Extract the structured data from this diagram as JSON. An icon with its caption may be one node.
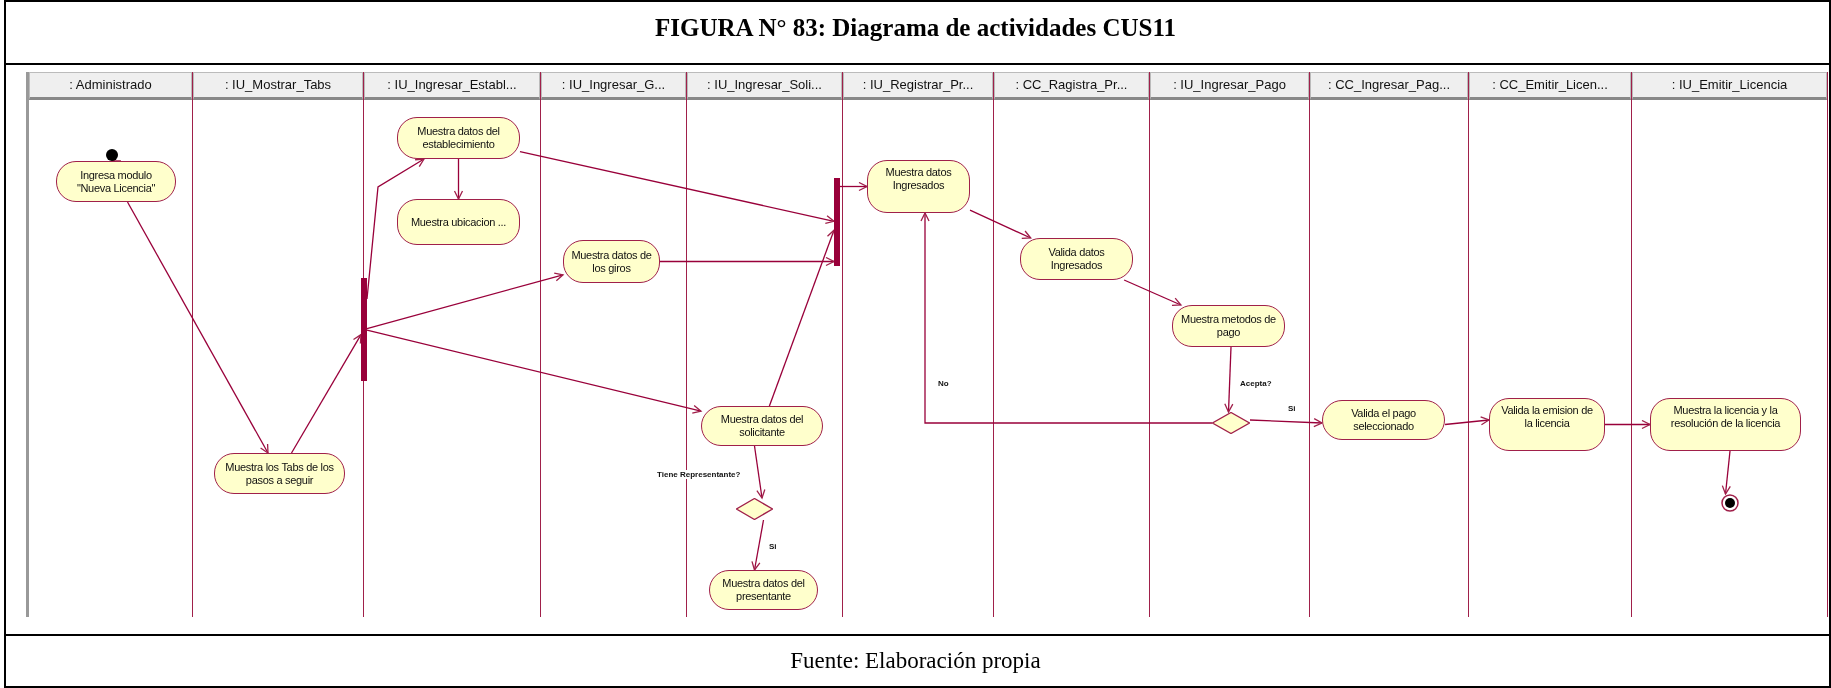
{
  "diagram": {
    "title": "FIGURA N° 83: Diagrama de actividades CUS11",
    "caption": "Fuente: Elaboración propia",
    "nodes": [
      {
        "text": [
          ": Administrado"
        ]
      },
      {
        "text": [
          ": IU_Mostrar_Tabs"
        ]
      },
      {
        "text": [
          ": IU_Ingresar_Establ..."
        ]
      },
      {
        "text": [
          ": IU_Ingresar_G..."
        ]
      },
      {
        "text": [
          ": IU_Ingresar_Soli..."
        ]
      },
      {
        "text": [
          ": IU_Registrar_Pr..."
        ]
      },
      {
        "text": [
          ": CC_Ragistra_Pr..."
        ]
      },
      {
        "text": [
          ": IU_Ingresar_Pago"
        ]
      },
      {
        "text": [
          ": CC_Ingresar_Pag..."
        ]
      },
      {
        "text": [
          ": CC_Emitir_Licen..."
        ]
      },
      {
        "text": [
          ": IU_Emitir_Licencia"
        ]
      },
      {
        "text": [],
        "shape": "circle",
        "in": 0
      },
      {
        "text": [
          "Ingresa modulo \"Nueva Licencia\""
        ],
        "in": 0
      },
      {
        "text": [
          "Muestra los Tabs de los pasos a seguir"
        ],
        "in": 1
      },
      {
        "text": [],
        "shape": "bar",
        "in": 1
      },
      {
        "text": [
          "Muestra datos del establecimiento"
        ],
        "in": 2
      },
      {
        "text": [
          "Muestra ubicacion ..."
        ],
        "in": 2
      },
      {
        "text": [
          "Muestra datos de los giros"
        ],
        "in": 3
      },
      {
        "text": [
          "Muestra datos del solicitante"
        ],
        "in": 4
      },
      {
        "text": [],
        "shape": "diamond",
        "in": 4
      },
      {
        "text": [
          "Muestra datos del presentante"
        ],
        "in": 4
      },
      {
        "text": [],
        "shape": "bar",
        "in": 4
      },
      {
        "text": [
          "Muestra datos Ingresados"
        ],
        "in": 5
      },
      {
        "text": [
          "Valida datos Ingresados"
        ],
        "in": 6
      },
      {
        "text": [
          "Muestra metodos de pago"
        ],
        "in": 7
      },
      {
        "text": [],
        "shape": "diamond",
        "in": 7
      },
      {
        "text": [
          "Valida el pago seleccionado"
        ],
        "in": 8
      },
      {
        "text": [
          "Valida la emision de la licencia"
        ],
        "in": 9
      },
      {
        "text": [
          "Muestra la licencia y la resolución de la licencia"
        ],
        "in": 10
      },
      {
        "text": [],
        "shape": "bullseye",
        "in": 10
      }
    ],
    "edges": [
      {
        "from": 11,
        "to": 12,
        "arrow": "to"
      },
      {
        "from": 12,
        "to": 13,
        "arrow": "to"
      },
      {
        "from": 13,
        "to": 14,
        "arrow": "to"
      },
      {
        "from": 14,
        "to": 15,
        "arrow": "to"
      },
      {
        "from": 14,
        "to": 17,
        "arrow": "to"
      },
      {
        "from": 14,
        "to": 18,
        "arrow": "to"
      },
      {
        "from": 15,
        "to": 16,
        "arrow": "to"
      },
      {
        "from": 15,
        "to": 21,
        "arrow": "to"
      },
      {
        "from": 17,
        "to": 21,
        "arrow": "to"
      },
      {
        "from": 18,
        "to": 21,
        "arrow": "to"
      },
      {
        "from": 21,
        "to": 22,
        "arrow": "to"
      },
      {
        "from": 22,
        "to": 23,
        "arrow": "to"
      },
      {
        "from": 23,
        "to": 24,
        "arrow": "to"
      },
      {
        "from": 24,
        "to": 25,
        "arrow": "to",
        "label": "Acepta?"
      },
      {
        "from": 25,
        "to": 22,
        "arrow": "to",
        "label": "No"
      },
      {
        "from": 25,
        "to": 26,
        "arrow": "to",
        "label": "Si"
      },
      {
        "from": 26,
        "to": 27,
        "arrow": "to"
      },
      {
        "from": 27,
        "to": 28,
        "arrow": "to"
      },
      {
        "from": 28,
        "to": 29,
        "arrow": "to"
      },
      {
        "from": 18,
        "to": 19,
        "arrow": "to",
        "label": "Tiene Representante?"
      },
      {
        "from": 19,
        "to": 20,
        "arrow": "to",
        "label": "Si"
      }
    ]
  }
}
